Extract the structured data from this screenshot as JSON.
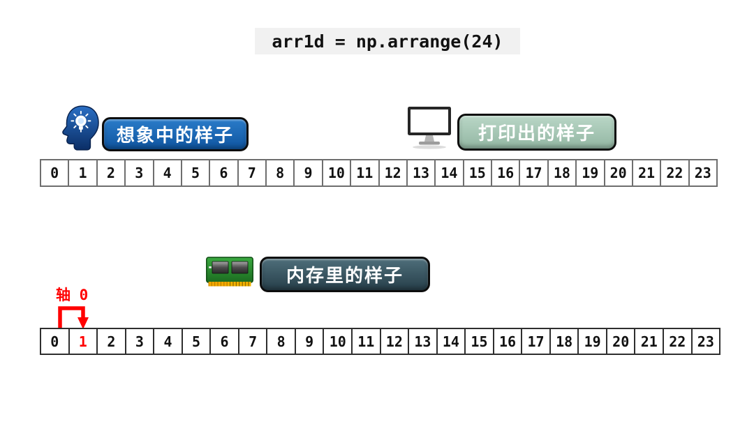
{
  "title": {
    "code": "arr1d = np.arrange(24)"
  },
  "sections": {
    "imagined": {
      "label": "想象中的样子",
      "icon": "head-lightbulb-icon"
    },
    "printed": {
      "label": "打印出的样子",
      "icon": "monitor-icon"
    },
    "memory": {
      "label": "内存里的样子",
      "icon": "ram-module-icon"
    }
  },
  "axis_annotation": {
    "label": "轴 0",
    "from_cell": 0,
    "to_cell": 1
  },
  "arrays": {
    "conceptual": {
      "cells": [
        0,
        1,
        2,
        3,
        4,
        5,
        6,
        7,
        8,
        9,
        10,
        11,
        12,
        13,
        14,
        15,
        16,
        17,
        18,
        19,
        20,
        21,
        22,
        23
      ]
    },
    "memory": {
      "cells": [
        0,
        1,
        2,
        3,
        4,
        5,
        6,
        7,
        8,
        9,
        10,
        11,
        12,
        13,
        14,
        15,
        16,
        17,
        18,
        19,
        20,
        21,
        22,
        23
      ],
      "highlight_index": 1
    }
  },
  "colors": {
    "imagined_pill": "#1261b4",
    "printed_pill": "#a6c8b4",
    "memory_pill": "#33515d",
    "highlight_red": "#ff0000",
    "code_background": "#f1f1f1"
  }
}
